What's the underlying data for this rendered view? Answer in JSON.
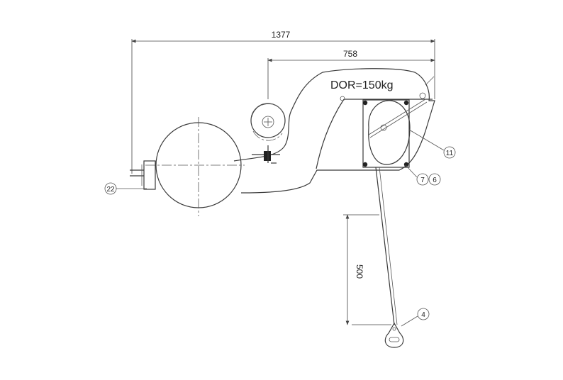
{
  "drawing": {
    "load_label": "DOR=150kg",
    "dimensions": {
      "overall_length": "1377",
      "reach": "758",
      "drop": "500"
    },
    "callouts": {
      "c11": "11",
      "c7": "7",
      "c6": "6",
      "c22": "22",
      "c4": "4"
    }
  }
}
